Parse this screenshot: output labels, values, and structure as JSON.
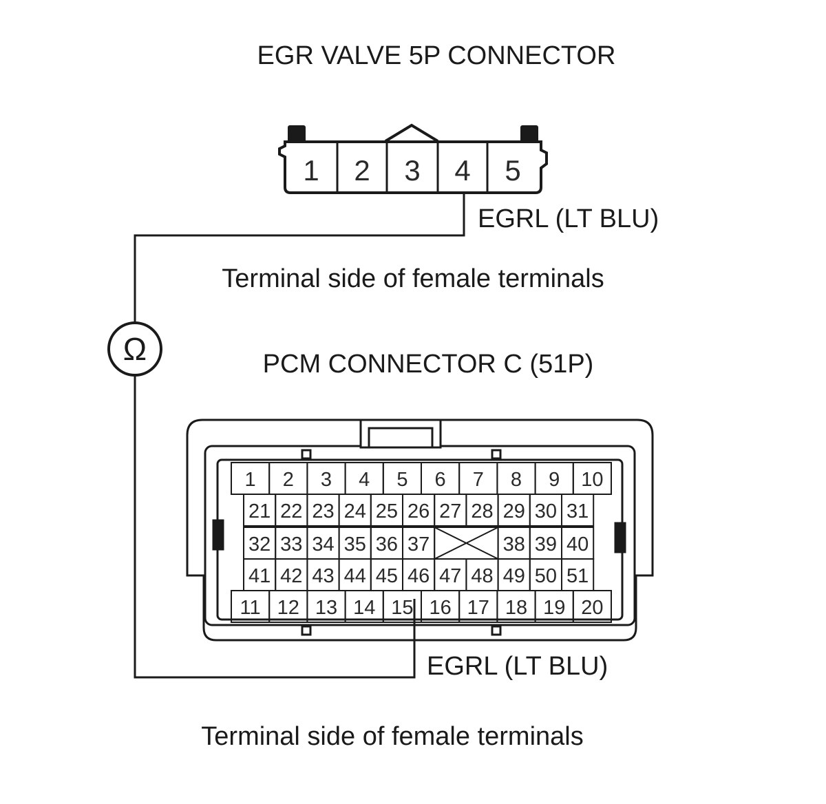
{
  "egr_connector": {
    "title": "EGR VALVE 5P CONNECTOR",
    "pins": [
      "1",
      "2",
      "3",
      "4",
      "5"
    ],
    "wire_label": "EGRL (LT BLU)",
    "side_note": "Terminal side of female terminals"
  },
  "pcm_connector": {
    "title": "PCM CONNECTOR C (51P)",
    "rows": [
      [
        "1",
        "2",
        "3",
        "4",
        "5",
        "6",
        "7",
        "8",
        "9",
        "10"
      ],
      [
        "21",
        "22",
        "23",
        "24",
        "25",
        "26",
        "27",
        "28",
        "29",
        "30",
        "31"
      ],
      [
        "32",
        "33",
        "34",
        "35",
        "36",
        "37",
        "",
        "38",
        "39",
        "40"
      ],
      [
        "41",
        "42",
        "43",
        "44",
        "45",
        "46",
        "47",
        "48",
        "49",
        "50",
        "51"
      ],
      [
        "11",
        "12",
        "13",
        "14",
        "15",
        "16",
        "17",
        "18",
        "19",
        "20"
      ]
    ],
    "wire_label": "EGRL (LT BLU)",
    "side_note": "Terminal side of female terminals"
  },
  "meter": {
    "symbol": "Ω"
  },
  "colors": {
    "line": "#1a1a1a",
    "pin_text": "#2a2a2a"
  }
}
